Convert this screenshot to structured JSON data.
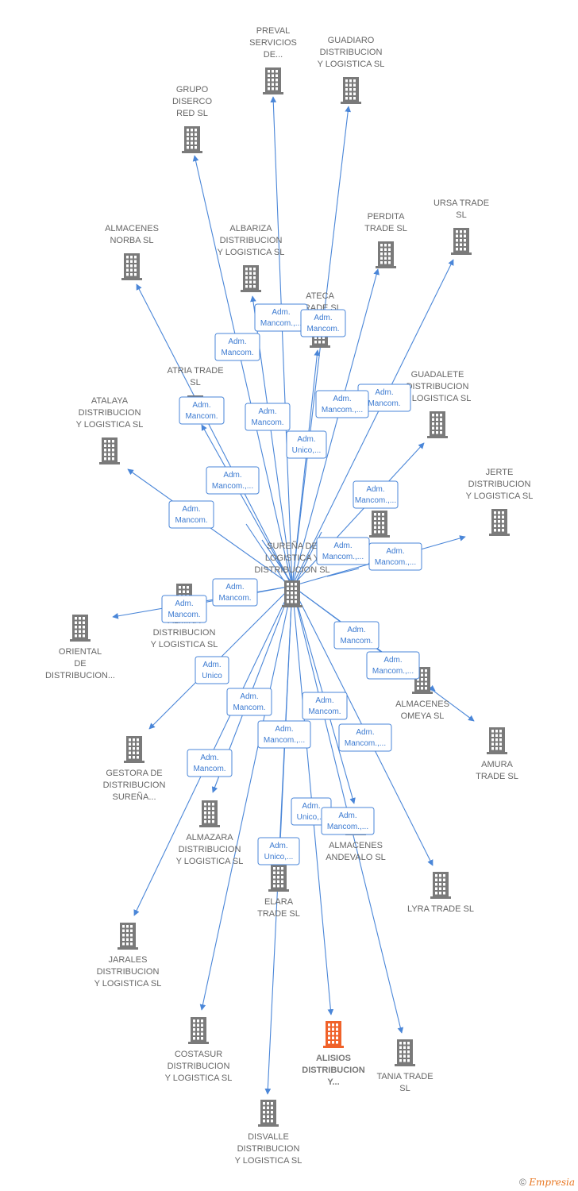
{
  "colors": {
    "edge": "#4a86d8",
    "node": "#7a7a7a",
    "focus": "#f0622a",
    "label": "#666666"
  },
  "center": {
    "id": "center",
    "label": [
      "SUREÑA DE",
      "LOGISTICA Y",
      "DISTRIBUCION SL"
    ]
  },
  "nodes": [
    {
      "id": "preval",
      "label": [
        "PREVAL",
        "SERVICIOS",
        "DE..."
      ]
    },
    {
      "id": "guadiaro",
      "label": [
        "GUADIARO",
        "DISTRIBUCION",
        "Y LOGISTICA SL"
      ]
    },
    {
      "id": "grupo",
      "label": [
        "GRUPO",
        "DISERCO",
        "RED SL"
      ]
    },
    {
      "id": "ursa",
      "label": [
        "URSA TRADE",
        "SL"
      ]
    },
    {
      "id": "perdita",
      "label": [
        "PERDITA",
        "TRADE SL"
      ]
    },
    {
      "id": "norba",
      "label": [
        "ALMACENES",
        "NORBA SL"
      ]
    },
    {
      "id": "albariza",
      "label": [
        "ALBARIZA",
        "DISTRIBUCION",
        "Y LOGISTICA SL"
      ]
    },
    {
      "id": "ateca",
      "label": [
        "ATECA",
        "TRADE SL"
      ]
    },
    {
      "id": "atria",
      "label": [
        "ATRIA TRADE",
        "SL"
      ]
    },
    {
      "id": "guadalete",
      "label": [
        "GUADALETE",
        "DISTRIBUCION",
        "Y LOGISTICA SL"
      ]
    },
    {
      "id": "atalaya",
      "label": [
        "ATALAYA",
        "DISTRIBUCION",
        "Y LOGISTICA SL"
      ]
    },
    {
      "id": "jerte",
      "label": [
        "JERTE",
        "DISTRIBUCION",
        "Y LOGISTICA SL"
      ]
    },
    {
      "id": "hidden",
      "label": []
    },
    {
      "id": "almina",
      "label": [
        "ALMINA",
        "DISTRIBUCION",
        "Y LOGISTICA SL"
      ]
    },
    {
      "id": "oriental",
      "label": [
        "ORIENTAL",
        "DE",
        "DISTRIBUCION..."
      ]
    },
    {
      "id": "omeya",
      "label": [
        "ALMACENES",
        "OMEYA SL"
      ]
    },
    {
      "id": "amura",
      "label": [
        "AMURA",
        "TRADE SL"
      ]
    },
    {
      "id": "gestora",
      "label": [
        "GESTORA DE",
        "DISTRIBUCION",
        "SUREÑA..."
      ]
    },
    {
      "id": "almazara",
      "label": [
        "ALMAZARA",
        "DISTRIBUCION",
        "Y LOGISTICA SL"
      ]
    },
    {
      "id": "andevalo",
      "label": [
        "ALMACENES",
        "ANDEVALO SL"
      ]
    },
    {
      "id": "elara",
      "label": [
        "ELARA",
        "TRADE SL"
      ]
    },
    {
      "id": "lyra",
      "label": [
        "LYRA TRADE SL"
      ]
    },
    {
      "id": "jarales",
      "label": [
        "JARALES",
        "DISTRIBUCION",
        "Y LOGISTICA SL"
      ]
    },
    {
      "id": "costasur",
      "label": [
        "COSTASUR",
        "DISTRIBUCION",
        "Y LOGISTICA SL"
      ]
    },
    {
      "id": "alisios",
      "label": [
        "ALISIOS",
        "DISTRIBUCION",
        "Y..."
      ],
      "focus": true
    },
    {
      "id": "tania",
      "label": [
        "TANIA TRADE",
        "SL"
      ]
    },
    {
      "id": "disvalle",
      "label": [
        "DISVALLE",
        "DISTRIBUCION",
        "Y LOGISTICA SL"
      ]
    }
  ],
  "relations": [
    {
      "label": [
        "Adm.",
        "Mancom.,..."
      ]
    },
    {
      "label": [
        "Adm.",
        "Mancom."
      ]
    },
    {
      "label": [
        "Adm.",
        "Mancom."
      ]
    },
    {
      "label": [
        "Adm.",
        "Mancom."
      ]
    },
    {
      "label": [
        "Adm.",
        "Mancom."
      ]
    },
    {
      "label": [
        "Adm.",
        "Unico,..."
      ]
    },
    {
      "label": [
        "Adm.",
        "Mancom.,..."
      ]
    },
    {
      "label": [
        "Adm.",
        "Mancom.,..."
      ]
    },
    {
      "label": [
        "Adm.",
        "Mancom.,..."
      ]
    },
    {
      "label": [
        "Adm.",
        "Mancom."
      ]
    },
    {
      "label": [
        "Adm.",
        "Mancom."
      ]
    },
    {
      "label": [
        "Adm.",
        "Mancom.,..."
      ]
    },
    {
      "label": [
        "Adm.",
        "Mancom.,..."
      ]
    },
    {
      "label": [
        "Adm.",
        "Mancom."
      ]
    },
    {
      "label": [
        "Adm.",
        "Mancom."
      ]
    },
    {
      "label": [
        "Adm.",
        "Unico"
      ]
    },
    {
      "label": [
        "Adm.",
        "Mancom."
      ]
    },
    {
      "label": [
        "Adm.",
        "Mancom.,..."
      ]
    },
    {
      "label": [
        "Adm.",
        "Mancom."
      ]
    },
    {
      "label": [
        "Adm.",
        "Mancom.,..."
      ]
    },
    {
      "label": [
        "Adm.",
        "Mancom.,..."
      ]
    },
    {
      "label": [
        "Adm.",
        "Mancom."
      ]
    },
    {
      "label": [
        "Adm.",
        "Mancom."
      ]
    },
    {
      "label": [
        "Adm.",
        "Unico,..."
      ]
    },
    {
      "label": [
        "Adm.",
        "Mancom.,..."
      ]
    },
    {
      "label": [
        "Adm.",
        "Unico,..."
      ]
    }
  ],
  "footer": {
    "copyright": "©",
    "brand": "Empresia"
  }
}
